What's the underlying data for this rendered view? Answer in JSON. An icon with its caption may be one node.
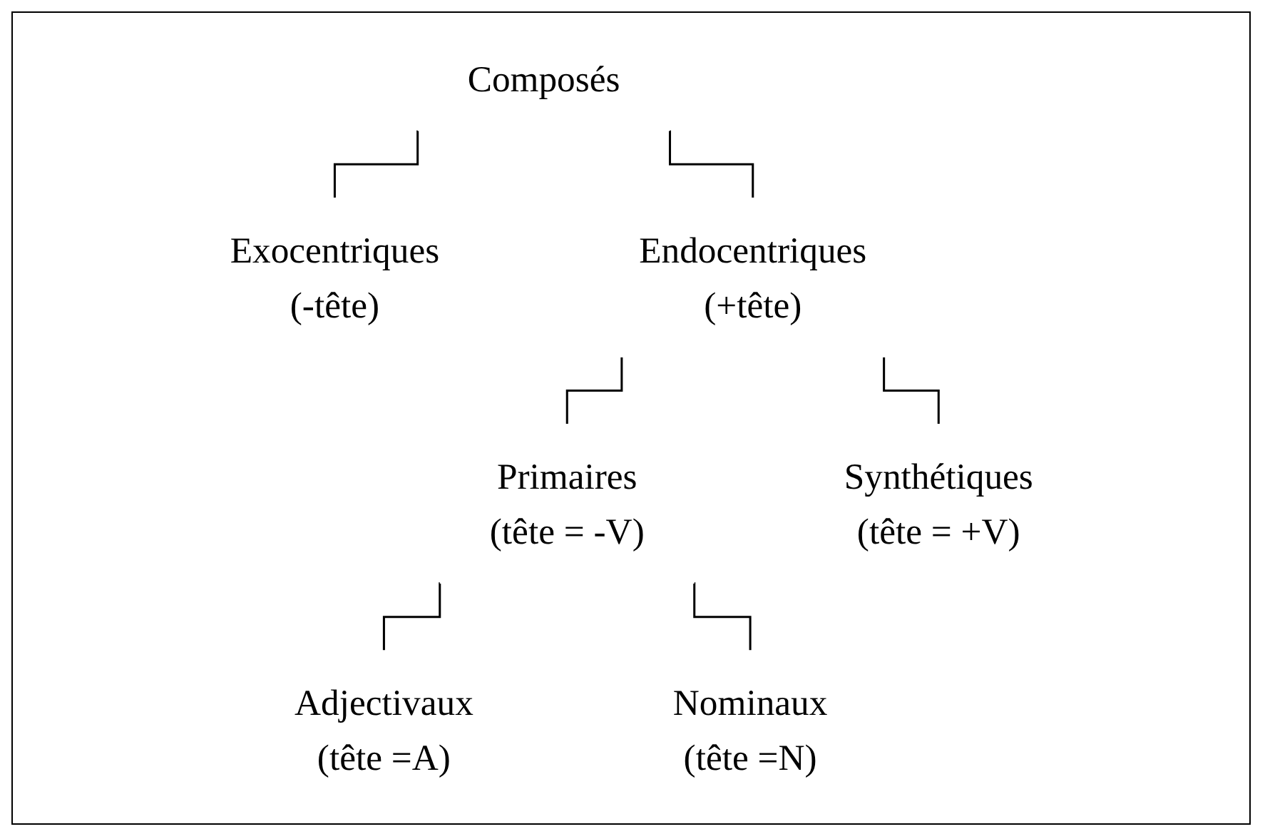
{
  "diagram": {
    "nodes": [
      {
        "text": [
          "Composés"
        ]
      },
      {
        "text": [
          "Exocentriques",
          "(-tête)"
        ]
      },
      {
        "text": [
          "Endocentriques",
          "(+tête)"
        ]
      },
      {
        "text": [
          "Primaires",
          "(tête = -V)"
        ]
      },
      {
        "text": [
          "Synthétiques",
          "(tête = +V)"
        ]
      },
      {
        "text": [
          "Adjectivaux",
          "(tête =A)"
        ]
      },
      {
        "text": [
          "Nominaux",
          "(tête =N)"
        ]
      }
    ],
    "edges": [
      {
        "from": 0,
        "to": 1,
        "arrow": "none"
      },
      {
        "from": 0,
        "to": 2,
        "arrow": "none"
      },
      {
        "from": 2,
        "to": 3,
        "arrow": "none"
      },
      {
        "from": 2,
        "to": 4,
        "arrow": "none"
      },
      {
        "from": 3,
        "to": 5,
        "arrow": "none"
      },
      {
        "from": 3,
        "to": 6,
        "arrow": "none"
      }
    ]
  }
}
